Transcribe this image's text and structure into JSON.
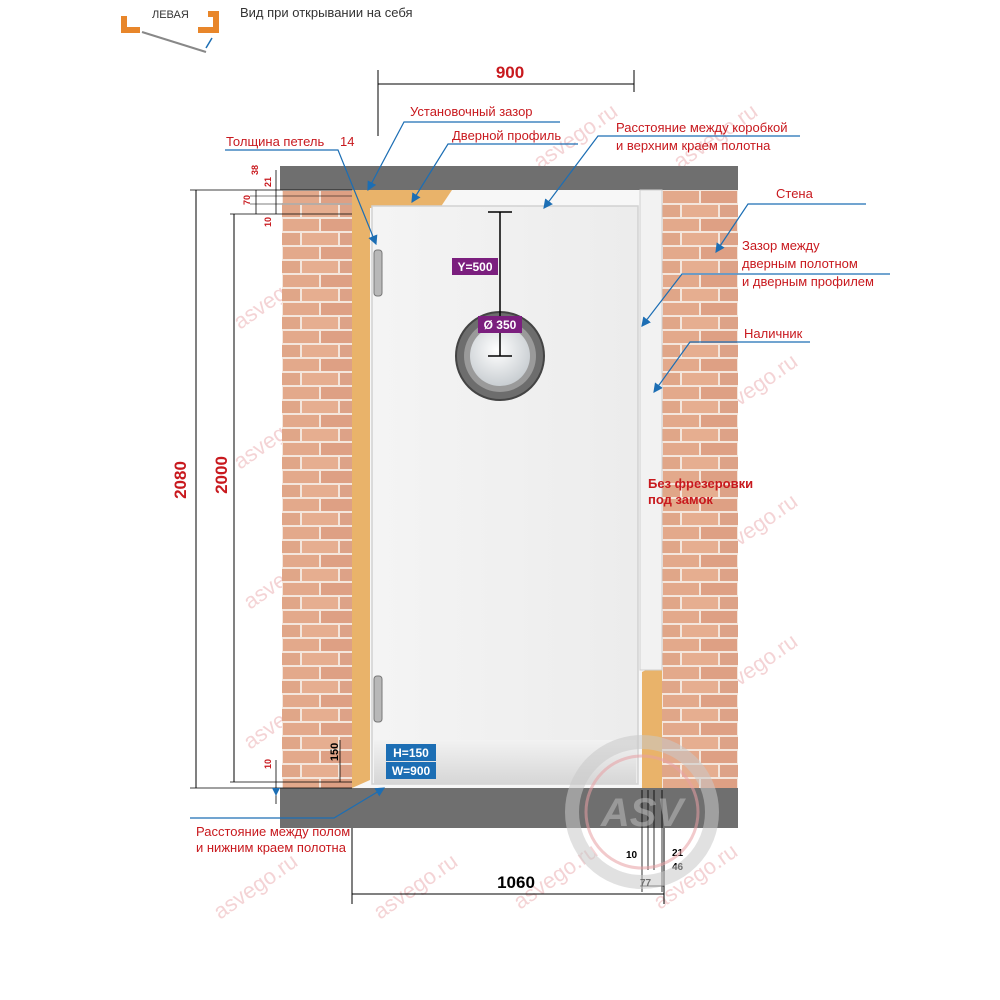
{
  "header": {
    "side_label": "ЛЕВАЯ",
    "view_label": "Вид при открывании на себя"
  },
  "dimensions": {
    "door_width": "900",
    "total_width": "1060",
    "total_height": "2080",
    "leaf_height": "2000",
    "d38": "38",
    "d21": "21",
    "d70": "70",
    "d10_top": "10",
    "d150": "150",
    "d10_bottom": "10",
    "br_10": "10",
    "br_21": "21",
    "br_46": "46",
    "br_77": "77"
  },
  "callouts": {
    "install_gap": "Установочный зазор",
    "hinge_thickness": "Толщина петель",
    "hinge_value": "14",
    "door_profile": "Дверной профиль",
    "top_gap_line1": "Расстояние между коробкой",
    "top_gap_line2": "и верхним краем полотна",
    "wall": "Стена",
    "side_gap_line1": "Зазор между",
    "side_gap_line2": "дверным полотном",
    "side_gap_line3": "и дверным профилем",
    "casing": "Наличник",
    "no_lock_line1": "Без фрезеровки",
    "no_lock_line2": "под замок",
    "floor_gap_line1": "Расстояние между полом",
    "floor_gap_line2": "и нижним краем полотна"
  },
  "window": {
    "y_label": "Y=500",
    "d_label": "Ø 350"
  },
  "kickplate": {
    "h_label": "H=150",
    "w_label": "W=900"
  },
  "watermark": {
    "text": "asvego.ru",
    "logo_text": "ASV"
  },
  "colors": {
    "accent_red": "#c8191e",
    "brick": "#e2a98a",
    "mortar": "#f6ece4",
    "concrete": "#707070",
    "label_purple": "#7b1f7e",
    "label_blue": "#1c6eb4",
    "profile_orange": "#e8862a"
  }
}
